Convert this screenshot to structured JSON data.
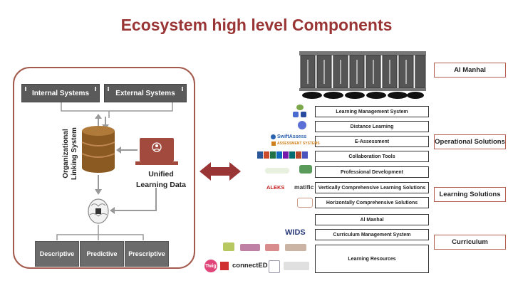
{
  "title": "Ecosystem high level Components",
  "left_panel": {
    "internal_systems": "Internal Systems",
    "external_systems": "External Systems",
    "linking_system_line1": "Organizational",
    "linking_system_line2": "Linking System",
    "unified_line1": "Unified",
    "unified_line2": "Learning Data",
    "outputs": [
      "Descriptive",
      "Predictive",
      "Prescriptive"
    ]
  },
  "rows": {
    "lms": "Learning Management System",
    "distance": "Distance Learning",
    "eassessment": "E-Assessment",
    "collab": "Collaboration Tools",
    "profdev": "Professional Development",
    "vertical": "Vertically Comprehensive Learning Solutions",
    "horizontal": "Horizontally Comprehensive Solutions",
    "almanhal": "Al Manhal",
    "cms": "Curriculum Management System",
    "resources": "Learning Resources"
  },
  "categories": {
    "al_manhal": "Al Manhal",
    "operational": "Operational Solutions",
    "learning": "Learning Solutions",
    "curriculum": "Curriculum"
  },
  "logos": {
    "swift": "SwiftAssess",
    "assessment_systems": "ASSESSMENT SYSTEMS",
    "aleks": "ALEKS",
    "matific": "matific",
    "wids": "WIDS",
    "twig": "Twig",
    "connected": "connectED"
  },
  "colors": {
    "title": "#9a3535",
    "panel_border": "#a35a4c",
    "dark_box": "#5a5a5a",
    "database": "#8a5a22",
    "arrow": "#9a3535"
  }
}
